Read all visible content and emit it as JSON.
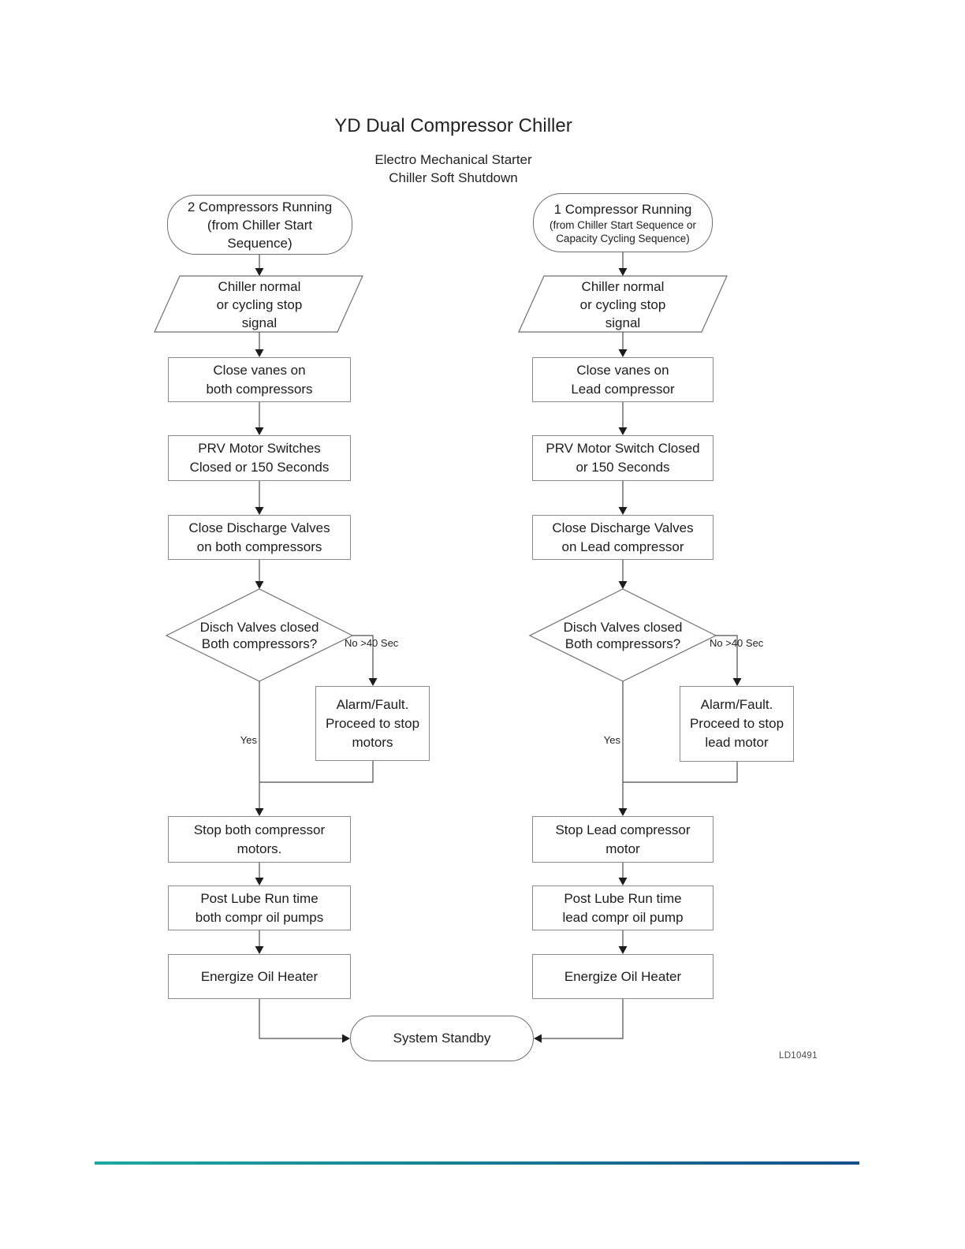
{
  "header": {
    "title": "YD Dual Compressor Chiller",
    "subtitle_lines": [
      "Electro Mechanical Starter",
      "Chiller Soft Shutdown"
    ]
  },
  "left_flow": {
    "start": {
      "lines": [
        "2 Compressors Running",
        "(from Chiller Start",
        "Sequence)"
      ]
    },
    "signal_input": {
      "lines": [
        "Chiller normal",
        "or cycling stop",
        "signal"
      ]
    },
    "close_vanes": {
      "lines": [
        "Close vanes on",
        "both compressors"
      ]
    },
    "prv": {
      "lines": [
        "PRV Motor Switches",
        "Closed or 150 Seconds"
      ]
    },
    "close_discharge": {
      "lines": [
        "Close Discharge Valves",
        "on both compressors"
      ]
    },
    "decision": {
      "lines": [
        "Disch Valves closed",
        "Both compressors?"
      ]
    },
    "branch_no_label": "No >40 Sec",
    "branch_yes_label": "Yes",
    "alarm": {
      "lines": [
        "Alarm/Fault.",
        "Proceed to stop",
        "motors"
      ]
    },
    "stop_motors": {
      "lines": [
        "Stop both compressor",
        "motors."
      ]
    },
    "post_lube": {
      "lines": [
        "Post Lube Run time",
        "both compr oil pumps"
      ]
    },
    "energize_heater": {
      "lines": [
        "Energize Oil Heater"
      ]
    }
  },
  "right_flow": {
    "start": {
      "line1": "1 Compressor Running",
      "sub_lines": [
        "(from Chiller Start Sequence or",
        "Capacity Cycling Sequence)"
      ]
    },
    "signal_input": {
      "lines": [
        "Chiller normal",
        "or cycling stop",
        "signal"
      ]
    },
    "close_vanes": {
      "lines": [
        "Close vanes on",
        "Lead compressor"
      ]
    },
    "prv": {
      "lines": [
        "PRV Motor Switch Closed",
        "or 150 Seconds"
      ]
    },
    "close_discharge": {
      "lines": [
        "Close Discharge Valves",
        "on Lead compressor"
      ]
    },
    "decision": {
      "lines": [
        "Disch Valves closed",
        "Both compressors?"
      ]
    },
    "branch_no_label": "No >40 Sec",
    "branch_yes_label": "Yes",
    "alarm": {
      "lines": [
        "Alarm/Fault.",
        "Proceed to stop",
        "lead motor"
      ]
    },
    "stop_motors": {
      "lines": [
        "Stop Lead compressor",
        "motor"
      ]
    },
    "post_lube": {
      "lines": [
        "Post Lube Run time",
        "lead compr oil pump"
      ]
    },
    "energize_heater": {
      "lines": [
        "Energize Oil Heater"
      ]
    }
  },
  "terminal": {
    "label": "System Standby"
  },
  "footer": {
    "figure_id": "LD10491",
    "accent_from": "#1ba9a1",
    "accent_to": "#14508a"
  }
}
